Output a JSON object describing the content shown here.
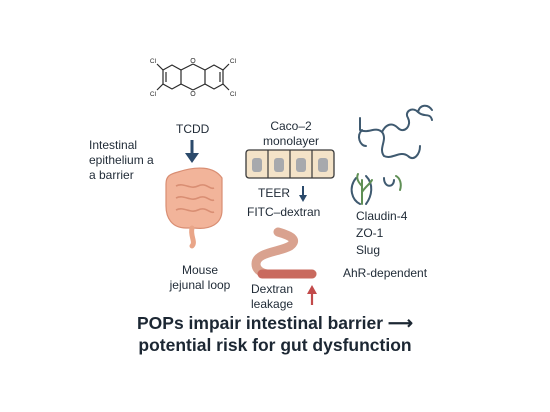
{
  "labels": {
    "tcdd": "TCDD",
    "intestinal": [
      "Intestinal",
      "epithelium a",
      "a barrier"
    ],
    "caco2": [
      "Caco–2",
      "monolayer"
    ],
    "teer": "TEER",
    "fitc": "FITC–dextran",
    "mouse": [
      "Mouse",
      "jejunal loop"
    ],
    "dextran": [
      "Dextran",
      "leakage"
    ],
    "proteins": [
      "Claudin-4",
      "ZO-1",
      "Slug"
    ],
    "ahr": "AhR-dependent"
  },
  "molecule": {
    "substituent": "Cl"
  },
  "conclusion": [
    "POPs impair intestinal barrier ⟶",
    "potential risk for gut dysfunction"
  ],
  "colors": {
    "text": "#1f2a36",
    "arrow_dark": "#2b4a6b",
    "arrow_red": "#c24a4a",
    "intestine": "#f2b49a",
    "intestine_edge": "#d98e73",
    "loop": "#d9a28f",
    "loop_red": "#c96a5e",
    "cell_fill": "#f4e3c8",
    "cell_nucleus": "#a7a9ad",
    "protein_line": "#3f5a70",
    "protein_green": "#5f8f55"
  }
}
